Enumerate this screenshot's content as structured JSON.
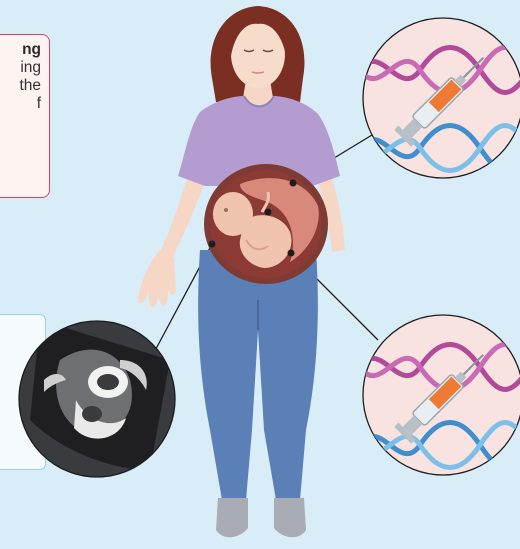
{
  "callout": {
    "title": "ng",
    "lines": [
      "ing",
      "the",
      "f"
    ]
  },
  "icons": {
    "woman": "pregnant-woman",
    "fetus": "fetus-in-womb",
    "ultrasound": "ultrasound-scan",
    "therapy": [
      "dna-helix",
      "syringe"
    ]
  },
  "colors": {
    "background": "#d8edf8",
    "callout_border": "#d2455b",
    "panel_border": "#9bcfe8",
    "shirt": "#b49bd0",
    "jeans": "#5b7fb7",
    "womb": "#d9897c",
    "syringe_fluid": "#ef7a33",
    "dna_purple": "#b24a9a",
    "dna_blue": "#5aa9dc"
  }
}
